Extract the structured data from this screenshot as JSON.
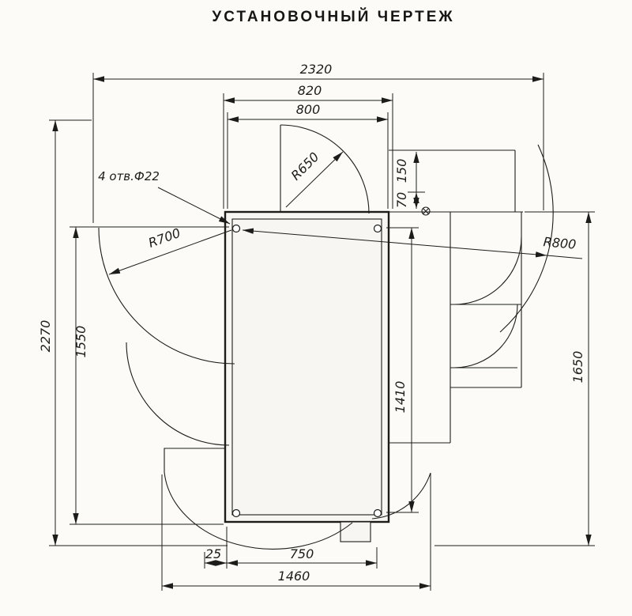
{
  "title": "УСТАНОВОЧНЫЙ ЧЕРТЕЖ",
  "labels": {
    "holes_note": "4 отв.Ф22"
  },
  "dims": {
    "d2320": "2320",
    "d820": "820",
    "d800": "800",
    "d150": "150",
    "d70": "70",
    "d2270": "2270",
    "d1550": "1550",
    "d1410": "1410",
    "d1650": "1650",
    "d25": "25",
    "d750": "750",
    "d1460": "1460"
  },
  "radii": {
    "r650": "R650",
    "r700": "R700",
    "r800": "R800"
  }
}
